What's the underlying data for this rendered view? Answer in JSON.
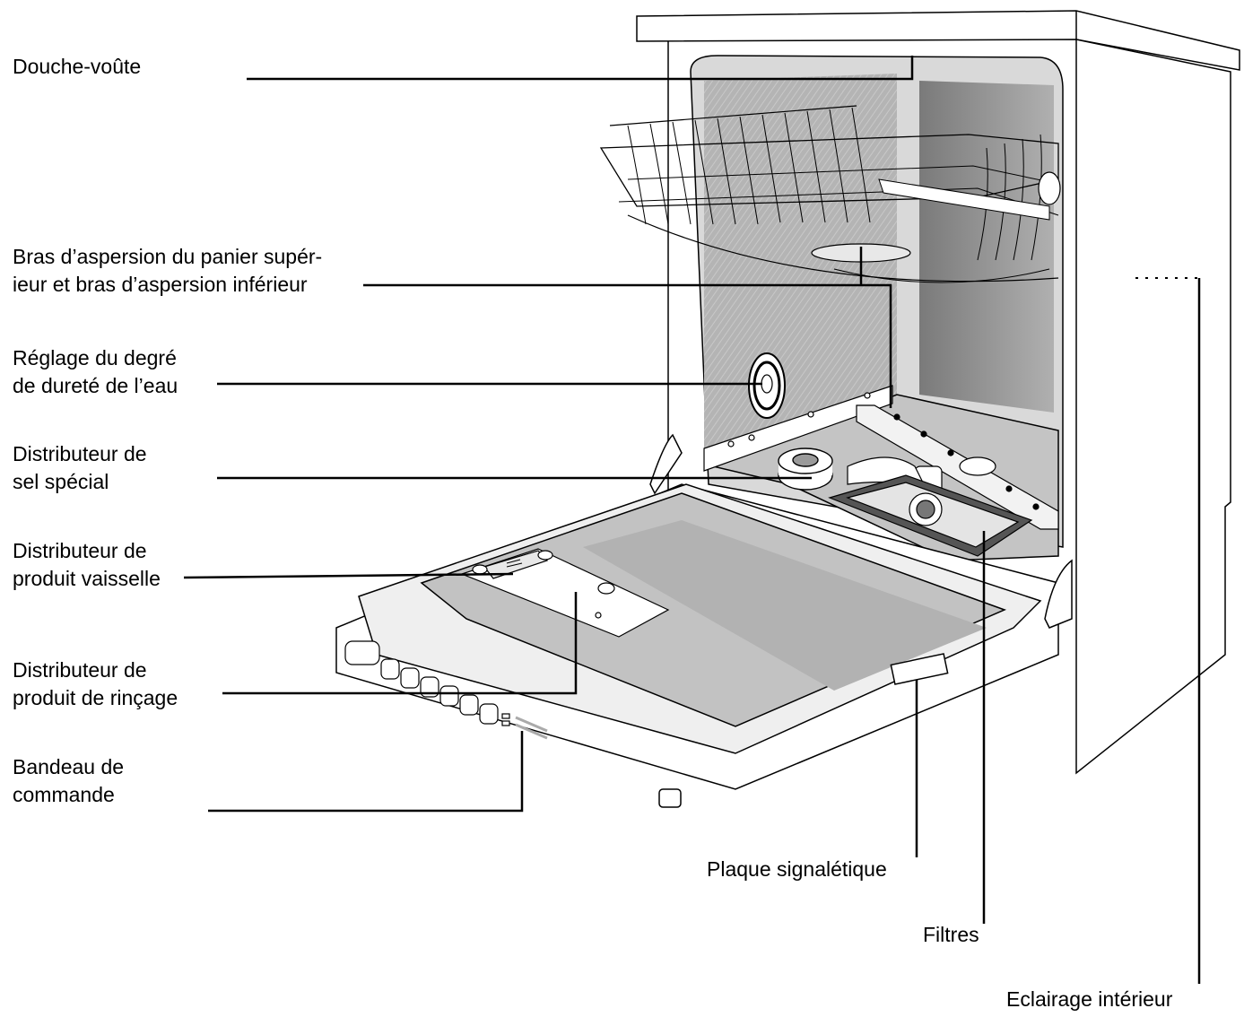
{
  "labels": {
    "douche_voute": {
      "lines": [
        "Douche-voûte"
      ]
    },
    "bras_aspersion": {
      "lines": [
        "Bras d’aspersion du panier supér-",
        "ieur et bras d’aspersion inférieur"
      ]
    },
    "durete": {
      "lines": [
        "Réglage du degré",
        "de dureté de l’eau"
      ]
    },
    "sel": {
      "lines": [
        "Distributeur de",
        "sel spécial"
      ]
    },
    "vaisselle": {
      "lines": [
        "Distributeur de",
        "produit vaisselle"
      ]
    },
    "rincage": {
      "lines": [
        "Distributeur de",
        "produit de rinçage"
      ]
    },
    "bandeau": {
      "lines": [
        "Bandeau de",
        "commande"
      ]
    },
    "plaque": {
      "lines": [
        "Plaque signalétique"
      ]
    },
    "filtres": {
      "lines": [
        "Filtres"
      ]
    },
    "eclairage": {
      "lines": [
        "Eclairage intérieur"
      ]
    }
  }
}
